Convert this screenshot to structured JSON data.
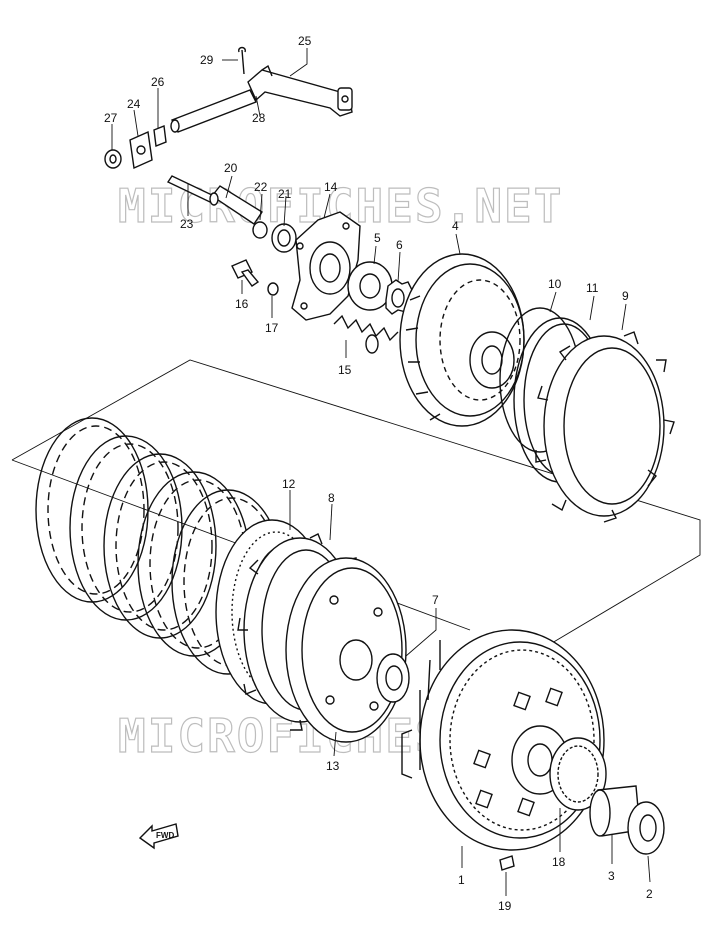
{
  "watermark": "MICROFICHES.NET",
  "fwd_label": "FWD",
  "labels": {
    "p1": "1",
    "p2": "2",
    "p3": "3",
    "p4": "4",
    "p5": "5",
    "p6": "6",
    "p7": "7",
    "p8": "8",
    "p9": "9",
    "p10": "10",
    "p11": "11",
    "p12": "12",
    "p13": "13",
    "p14": "14",
    "p15": "15",
    "p16": "16",
    "p17": "17",
    "p18": "18",
    "p19": "19",
    "p20": "20",
    "p21": "21",
    "p22": "22",
    "p23": "23",
    "p24": "24",
    "p25": "25",
    "p26": "26",
    "p27": "27",
    "p28": "28",
    "p29": "29"
  }
}
